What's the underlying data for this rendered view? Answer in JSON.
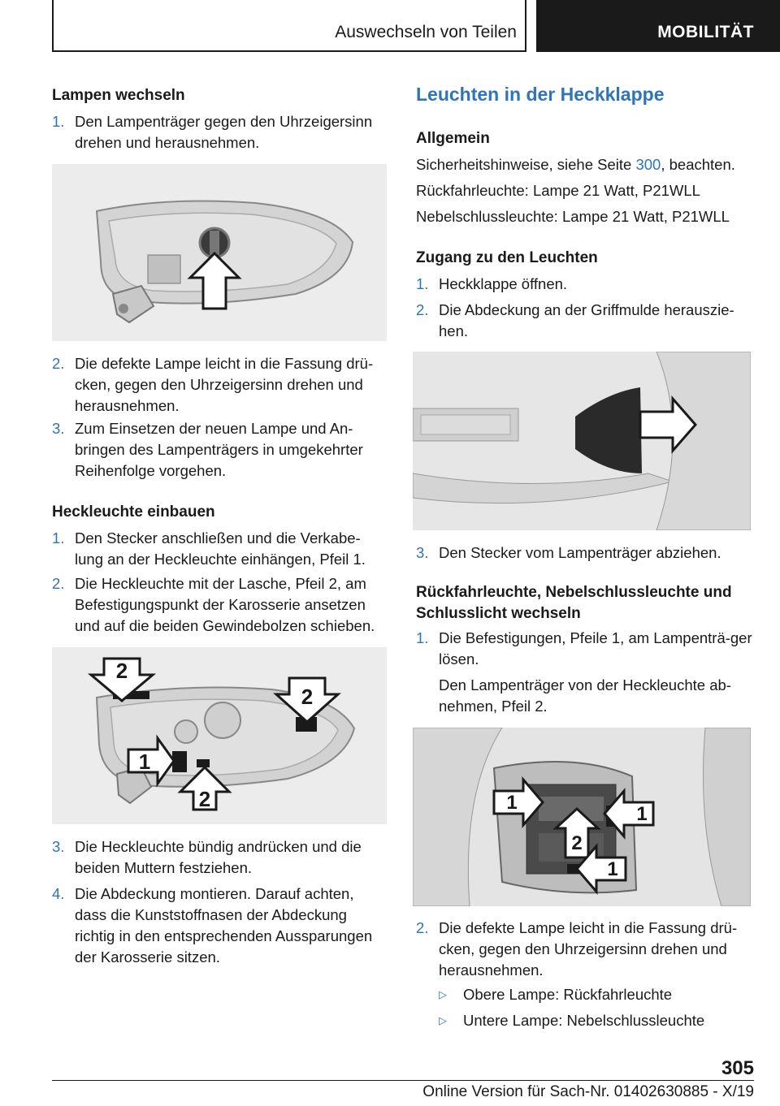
{
  "header": {
    "section": "Auswechseln von Teilen",
    "chapter": "MOBILITÄT"
  },
  "left": {
    "lampen_heading": "Lampen wechseln",
    "lampen_steps": [
      {
        "num": "1.",
        "text": "Den Lampenträger gegen den Uhrzeigersinn drehen und herausnehmen."
      },
      {
        "num": "2.",
        "text": "Die defekte Lampe leicht in die Fassung drü-cken, gegen den Uhrzeigersinn drehen und herausnehmen."
      },
      {
        "num": "3.",
        "text": "Zum Einsetzen der neuen Lampe und An-bringen des Lampenträgers in umgekehrter Reihenfolge vorgehen."
      }
    ],
    "einbauen_heading": "Heckleuchte einbauen",
    "einbauen_steps": [
      {
        "num": "1.",
        "text": "Den Stecker anschließen und die Verkabe-lung an der Heckleuchte einhängen, Pfeil 1."
      },
      {
        "num": "2.",
        "text": "Die Heckleuchte mit der Lasche, Pfeil 2, am Befestigungspunkt der Karosserie ansetzen und auf die beiden Gewindebolzen schieben."
      },
      {
        "num": "3.",
        "text": "Die Heckleuchte bündig andrücken und die beiden Muttern festziehen."
      },
      {
        "num": "4.",
        "text": "Die Abdeckung montieren. Darauf achten, dass die Kunststoffnasen der Abdeckung richtig in den entsprechenden Aussparungen der Karosserie sitzen."
      }
    ],
    "fig2_labels": [
      "2",
      "2",
      "1",
      "2"
    ]
  },
  "right": {
    "title": "Leuchten in der Heckklappe",
    "allgemein_heading": "Allgemein",
    "safety_before": "Sicherheitshinweise, siehe Seite ",
    "safety_link": "300",
    "safety_after": ", beachten.",
    "reverse_light": "Rückfahrleuchte: Lampe 21 Watt, P21WLL",
    "fog_light": "Nebelschlussleuchte: Lampe 21 Watt, P21WLL",
    "zugang_heading": "Zugang zu den Leuchten",
    "zugang_steps": [
      {
        "num": "1.",
        "text": "Heckklappe öffnen."
      },
      {
        "num": "2.",
        "text": "Die Abdeckung an der Griffmulde herauszie-hen."
      },
      {
        "num": "3.",
        "text": "Den Stecker vom Lampenträger abziehen."
      }
    ],
    "wechseln_heading": "Rückfahrleuchte, Nebelschlussleuchte und Schlusslicht wechseln",
    "wechseln_step1": {
      "num": "1.",
      "text": "Die Befestigungen, Pfeile 1, am Lampenträ-ger lösen."
    },
    "wechseln_step1_cont": "Den Lampenträger von der Heckleuchte ab-nehmen, Pfeil 2.",
    "wechseln_step2": {
      "num": "2.",
      "text": "Die defekte Lampe leicht in die Fassung drü-cken, gegen den Uhrzeigersinn drehen und herausnehmen."
    },
    "bullets": [
      "Obere Lampe: Rückfahrleuchte",
      "Untere Lampe: Nebelschlussleuchte"
    ],
    "fig4_labels": [
      "1",
      "1",
      "2",
      "1"
    ]
  },
  "footer": {
    "page": "305",
    "online": "Online Version für Sach-Nr. 01402630885 - X/19"
  }
}
